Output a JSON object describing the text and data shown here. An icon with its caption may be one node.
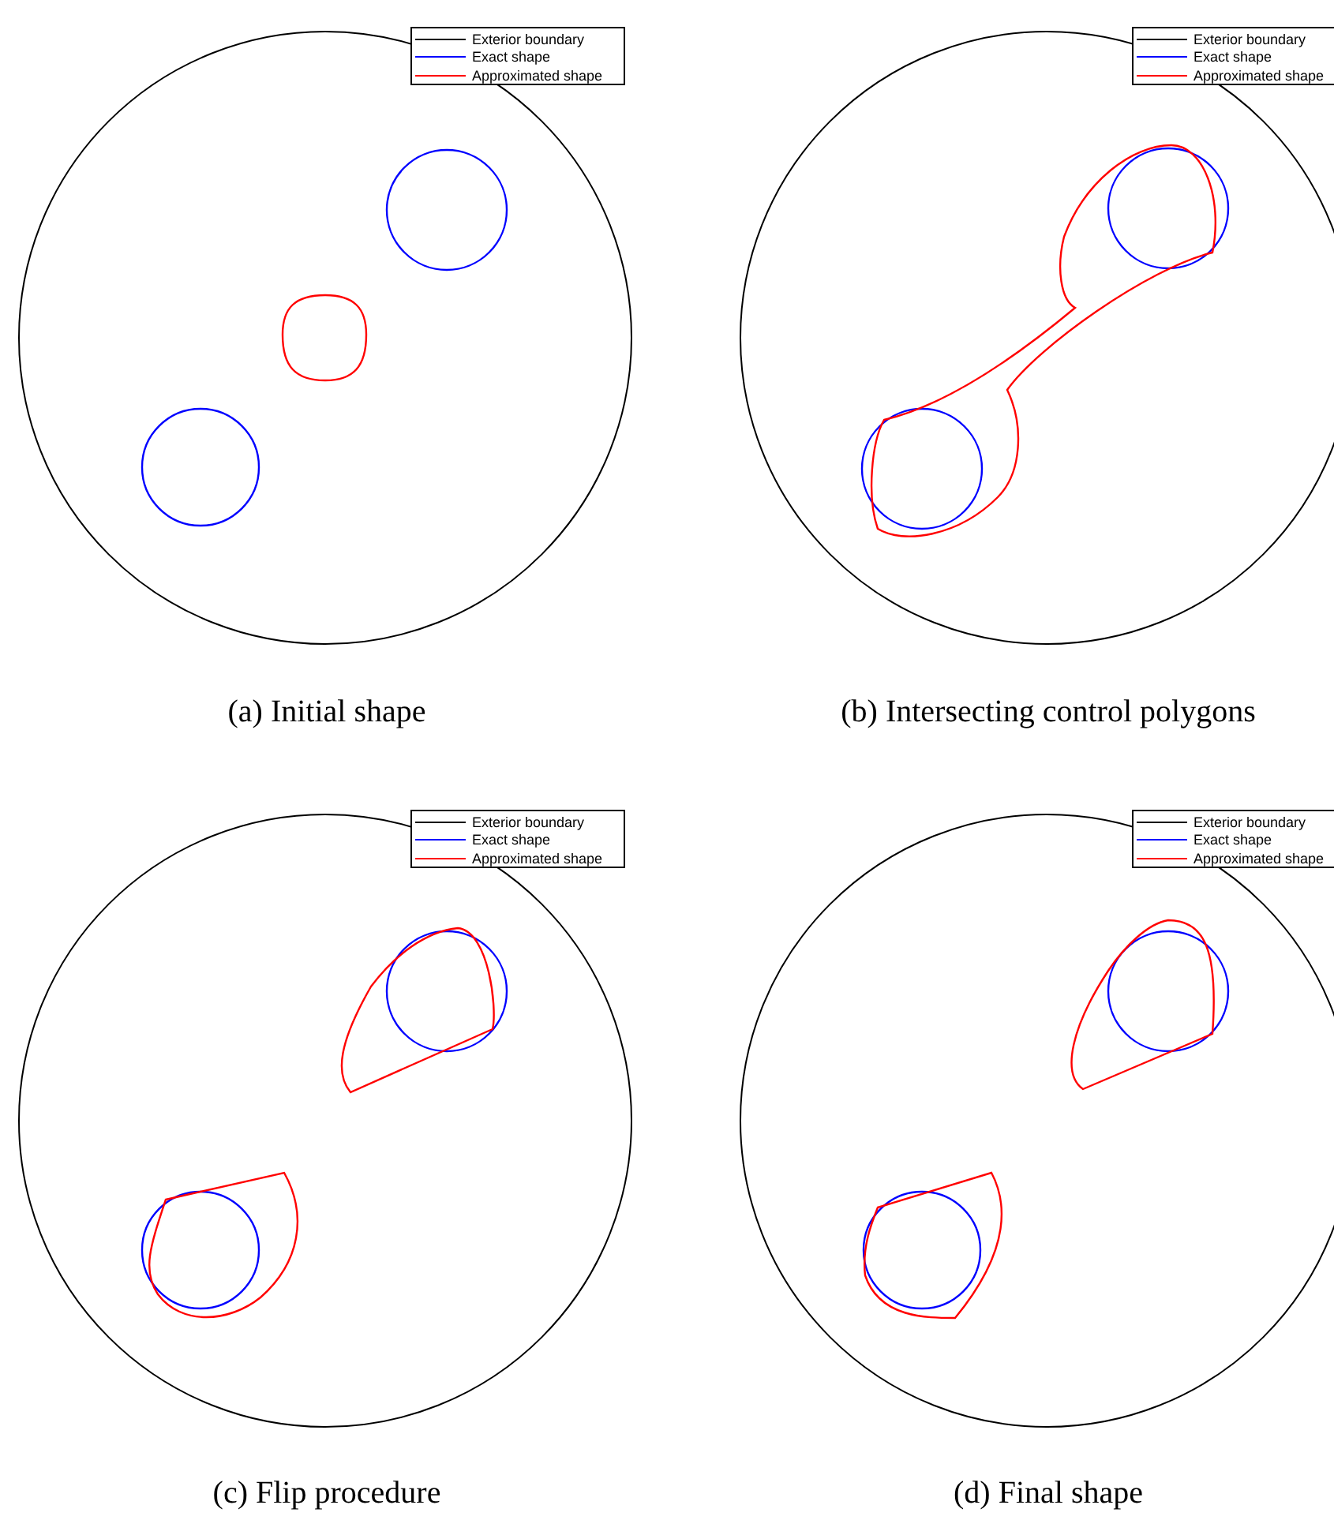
{
  "diagram": {
    "labels": [
      "(a) Initial shape",
      "(b) Intersecting control polygons",
      "(c) Flip procedure",
      "(d) Final shape"
    ],
    "legend": [
      {
        "text": "Exterior boundary"
      },
      {
        "text": "Exact shape"
      },
      {
        "text": "Approximated shape"
      },
      {
        "text": "Exterior boundary"
      },
      {
        "text": "Exact shape"
      },
      {
        "text": "Approximated shape"
      },
      {
        "text": "Exterior boundary"
      },
      {
        "text": "Exact shape"
      },
      {
        "text": "Approximated shape"
      },
      {
        "text": "Exterior boundary"
      },
      {
        "text": "Exact shape"
      },
      {
        "text": "Approximated shape"
      }
    ]
  }
}
